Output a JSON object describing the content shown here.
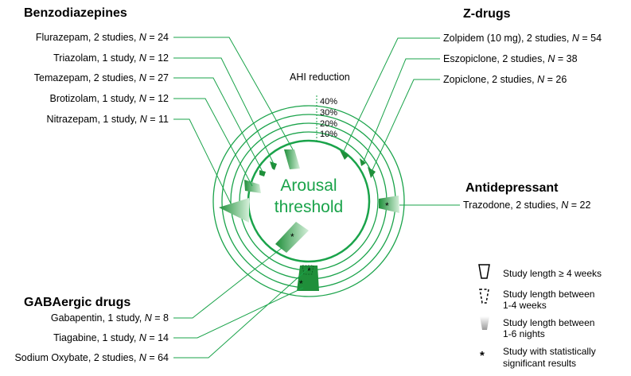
{
  "colors": {
    "ring": "#1aa34a",
    "sector_dark": "#1f8f3a",
    "sector_light": "#cdebd3",
    "leader": "#1aa34a"
  },
  "headings": {
    "benzodiazepines": "Benzodiazepines",
    "z_drugs": "Z-drugs",
    "antidepressant": "Antidepressant",
    "gabaergic": "GABAergic drugs"
  },
  "center": {
    "line1": "Arousal",
    "line2": "threshold"
  },
  "scale": {
    "title": "AHI reduction",
    "ticks": [
      "40%",
      "30%",
      "20%",
      "10%"
    ]
  },
  "studies": [
    {
      "group": "benzodiazepines",
      "label": "Flurazepam, 2 studies,",
      "n": "24"
    },
    {
      "group": "benzodiazepines",
      "label": "Triazolam, 1 study,",
      "n": "12"
    },
    {
      "group": "benzodiazepines",
      "label": "Temazepam, 2 studies,",
      "n": "27"
    },
    {
      "group": "benzodiazepines",
      "label": "Brotizolam, 1 study,",
      "n": "12"
    },
    {
      "group": "benzodiazepines",
      "label": "Nitrazepam, 1 study,",
      "n": "11"
    },
    {
      "group": "z_drugs",
      "label": "Zolpidem (10 mg), 2 studies,",
      "n": "54"
    },
    {
      "group": "z_drugs",
      "label": "Eszopiclone, 2 studies,",
      "n": "38"
    },
    {
      "group": "z_drugs",
      "label": "Zopiclone, 2 studies,",
      "n": "26"
    },
    {
      "group": "antidepressant",
      "label": "Trazodone, 2 studies,",
      "n": "22"
    },
    {
      "group": "gabaergic",
      "label": "Gabapentin, 1 study,",
      "n": "8"
    },
    {
      "group": "gabaergic",
      "label": "Tiagabine, 1 study,",
      "n": "14"
    },
    {
      "group": "gabaergic",
      "label": "Sodium Oxybate, 2 studies,",
      "n": "64"
    }
  ],
  "legend": {
    "solid": [
      "Study length ≥ 4 weeks"
    ],
    "dashed": [
      "Study length between",
      "1-4 weeks"
    ],
    "gradient": [
      "Study length between",
      "1-6 nights"
    ],
    "star": [
      "Study with statistically",
      "significant results"
    ]
  }
}
